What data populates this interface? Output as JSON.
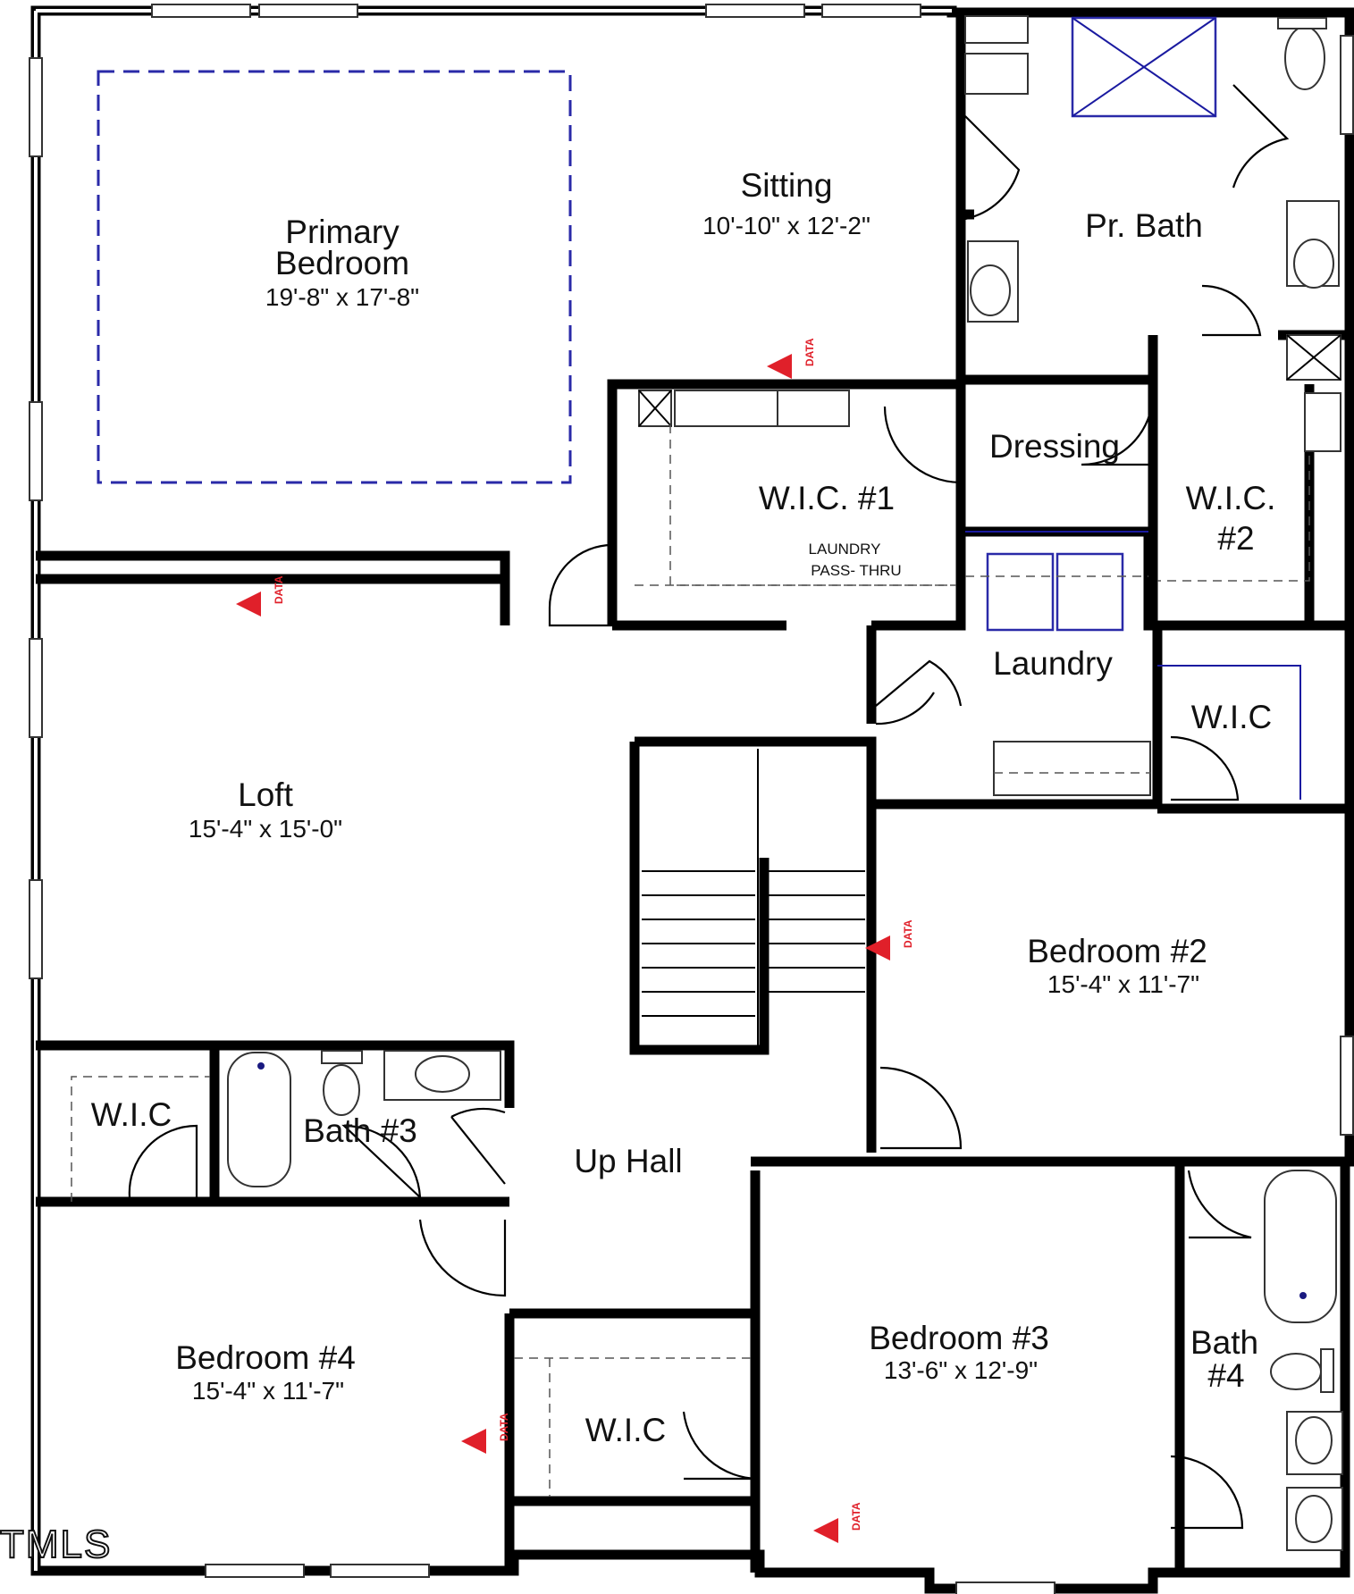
{
  "rooms": {
    "primary_bedroom": {
      "name_line1": "Primary",
      "name_line2": "Bedroom",
      "dims": "19'-8\" x 17'-8\""
    },
    "sitting": {
      "name": "Sitting",
      "dims": "10'-10\" x 12'-2\""
    },
    "pr_bath": {
      "name": "Pr. Bath"
    },
    "dressing": {
      "name": "Dressing"
    },
    "wic1": {
      "name": "W.I.C. #1"
    },
    "wic2": {
      "name_line1": "W.I.C.",
      "name_line2": "#2"
    },
    "laundry_note": {
      "line1": "LAUNDRY",
      "line2": "PASS- THRU"
    },
    "laundry": {
      "name": "Laundry"
    },
    "wic_bed2": {
      "name": "W.I.C"
    },
    "loft": {
      "name": "Loft",
      "dims": "15'-4\" x 15'-0\""
    },
    "bedroom2": {
      "name": "Bedroom #2",
      "dims": "15'-4\" x 11'-7\""
    },
    "wic_bed4": {
      "name": "W.I.C"
    },
    "bath3": {
      "name": "Bath #3"
    },
    "up_hall": {
      "name": "Up Hall"
    },
    "bedroom4": {
      "name": "Bedroom #4",
      "dims": "15'-4\" x 11'-7\""
    },
    "wic_bed3": {
      "name": "W.I.C"
    },
    "bedroom3": {
      "name": "Bedroom #3",
      "dims": "13'-6\" x 12'-9\""
    },
    "bath4": {
      "name_line1": "Bath",
      "name_line2": "#4"
    }
  },
  "data_tag": "DATA",
  "watermark": "TMLS",
  "colors": {
    "wall": "#000000",
    "fixture_blue": "#2a2aa8",
    "data_marker": "#e0202a"
  }
}
